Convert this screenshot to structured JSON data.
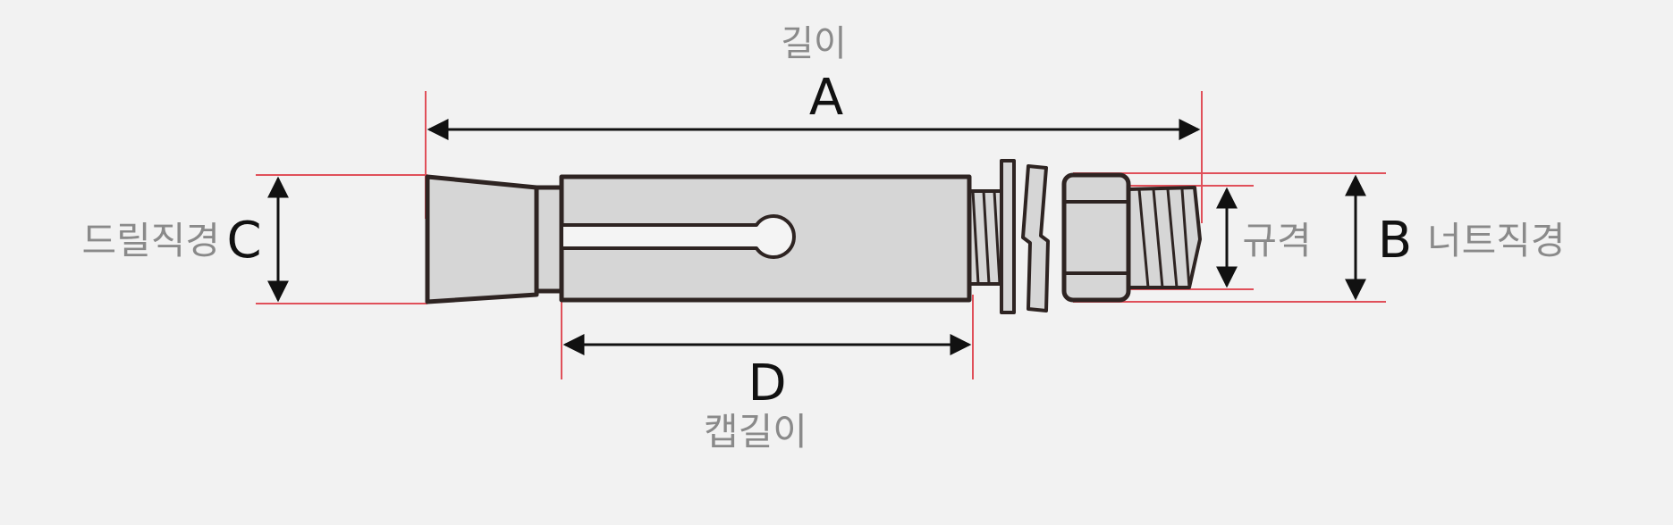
{
  "length": {
    "name": "길이",
    "letter": "A"
  },
  "drill_diameter": {
    "name": "드릴직경",
    "letter": "C"
  },
  "cap_length": {
    "name": "캡길이",
    "letter": "D"
  },
  "spec": {
    "name": "규격"
  },
  "nut_diameter": {
    "name": "너트직경",
    "letter": "B"
  },
  "colors": {
    "background": "#f2f2f2",
    "outline": "#2e2422",
    "metal_fill": "#d6d6d6",
    "dimension_line": "#111111",
    "guide_line": "#e0505a",
    "label_gray": "#8a8a8a"
  }
}
